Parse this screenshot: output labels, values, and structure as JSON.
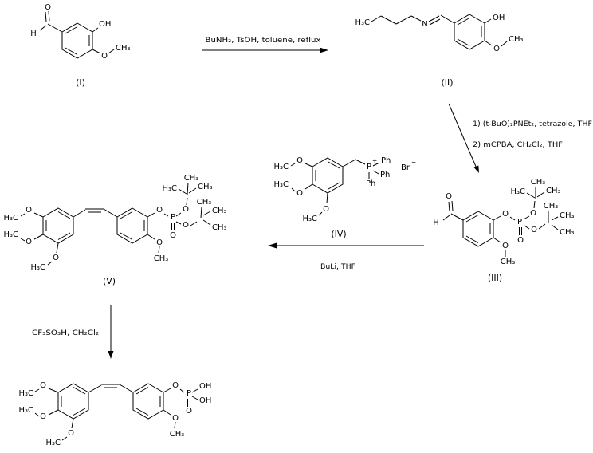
{
  "figure": {
    "type": "reaction-scheme",
    "background": "#ffffff",
    "ink": "#000000"
  },
  "t": {
    "O": "O",
    "H": "H",
    "N": "N",
    "P": "P",
    "OH": "OH",
    "CH3": "CH₃",
    "H3C": "H₃C",
    "Ph": "Ph",
    "Br": "Br",
    "plus": "+",
    "minus": "−"
  },
  "compounds": {
    "c1": {
      "label": "(I)"
    },
    "c2": {
      "label": "(II)"
    },
    "c3": {
      "label": "(III)"
    },
    "c4": {
      "label": "(IV)"
    },
    "c5": {
      "label": "(V)"
    }
  },
  "steps": {
    "s1": {
      "conditions": "BuNH₂, TsOH, toluene, reflux"
    },
    "s2": {
      "step1": "1) (t-BuO)₂PNEt₂, tetrazole, THF",
      "step2": "2) mCPBA, CH₂Cl₂, THF"
    },
    "s3": {
      "conditions": "BuLi, THF"
    },
    "s4": {
      "conditions": "CF₃SO₃H, CH₂Cl₂"
    }
  }
}
